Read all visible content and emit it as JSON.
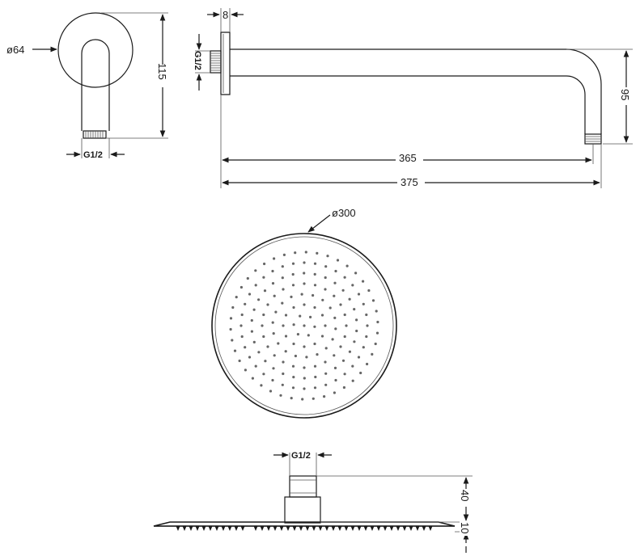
{
  "dimensions": {
    "flange_diameter": "ø64",
    "flange_height": "115",
    "flange_thread": "G1/2",
    "flange_thickness": "8",
    "arm_thread": "G1/2",
    "arm_drop": "95",
    "arm_length_inner": "365",
    "arm_length_total": "375",
    "head_diameter": "ø300",
    "head_thread": "G1/2",
    "head_connector_height": "40",
    "head_plate_thickness": "10"
  }
}
